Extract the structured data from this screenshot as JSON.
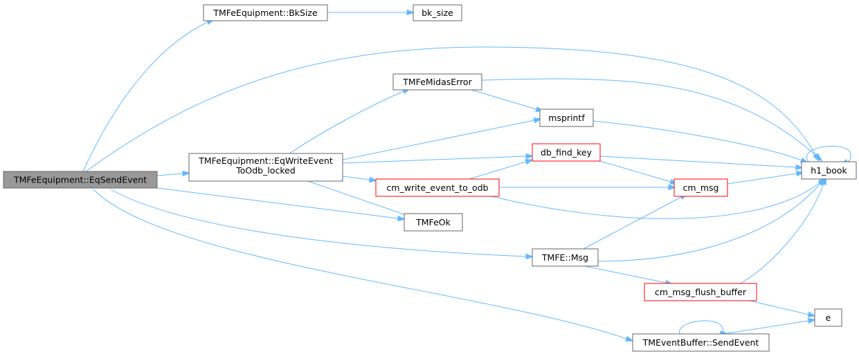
{
  "colors": {
    "edge": "#63b8ff",
    "border_default": "#666666",
    "border_truncated": "#ff0000",
    "fill_root": "#999999",
    "fill_default": "#ffffff"
  },
  "nodes": [
    {
      "id": "root",
      "label": "TMFeEquipment::EqSendEvent",
      "style": "root"
    },
    {
      "id": "bksize",
      "label": "TMFeEquipment::BkSize",
      "style": "default"
    },
    {
      "id": "bk_size",
      "label": "bk_size",
      "style": "default"
    },
    {
      "id": "eqwrite",
      "label": "TMFeEquipment::EqWriteEvent",
      "label2": "ToOdb_locked",
      "style": "default"
    },
    {
      "id": "midaserr",
      "label": "TMFeMidasError",
      "style": "default"
    },
    {
      "id": "msprintf",
      "label": "msprintf",
      "style": "default"
    },
    {
      "id": "dbfind",
      "label": "db_find_key",
      "style": "truncated"
    },
    {
      "id": "cmwrite",
      "label": "cm_write_event_to_odb",
      "style": "truncated"
    },
    {
      "id": "cmmsg",
      "label": "cm_msg",
      "style": "truncated"
    },
    {
      "id": "h1book",
      "label": "h1_book",
      "style": "default"
    },
    {
      "id": "tmfeok",
      "label": "TMFeOk",
      "style": "default"
    },
    {
      "id": "tmfemsg",
      "label": "TMFE::Msg",
      "style": "default"
    },
    {
      "id": "flush",
      "label": "cm_msg_flush_buffer",
      "style": "truncated"
    },
    {
      "id": "e",
      "label": "e",
      "style": "default"
    },
    {
      "id": "sendevent",
      "label": "TMEventBuffer::SendEvent",
      "style": "default"
    }
  ],
  "edges": [
    {
      "from": "root",
      "to": "bksize"
    },
    {
      "from": "bksize",
      "to": "bk_size"
    },
    {
      "from": "root",
      "to": "h1book"
    },
    {
      "from": "root",
      "to": "eqwrite"
    },
    {
      "from": "root",
      "to": "tmfeok"
    },
    {
      "from": "root",
      "to": "tmfemsg"
    },
    {
      "from": "root",
      "to": "sendevent"
    },
    {
      "from": "eqwrite",
      "to": "midaserr"
    },
    {
      "from": "eqwrite",
      "to": "msprintf"
    },
    {
      "from": "eqwrite",
      "to": "dbfind"
    },
    {
      "from": "eqwrite",
      "to": "cmwrite"
    },
    {
      "from": "eqwrite",
      "to": "tmfeok"
    },
    {
      "from": "midaserr",
      "to": "msprintf"
    },
    {
      "from": "midaserr",
      "to": "h1book"
    },
    {
      "from": "msprintf",
      "to": "h1book"
    },
    {
      "from": "dbfind",
      "to": "h1book"
    },
    {
      "from": "dbfind",
      "to": "cmmsg"
    },
    {
      "from": "cmwrite",
      "to": "dbfind"
    },
    {
      "from": "cmwrite",
      "to": "cmmsg"
    },
    {
      "from": "cmwrite",
      "to": "h1book"
    },
    {
      "from": "cmmsg",
      "to": "h1book"
    },
    {
      "from": "h1book",
      "to": "h1book"
    },
    {
      "from": "tmfemsg",
      "to": "cmmsg"
    },
    {
      "from": "tmfemsg",
      "to": "h1book"
    },
    {
      "from": "tmfemsg",
      "to": "flush"
    },
    {
      "from": "flush",
      "to": "h1book"
    },
    {
      "from": "flush",
      "to": "e"
    },
    {
      "from": "sendevent",
      "to": "e"
    },
    {
      "from": "sendevent",
      "to": "sendevent"
    }
  ]
}
